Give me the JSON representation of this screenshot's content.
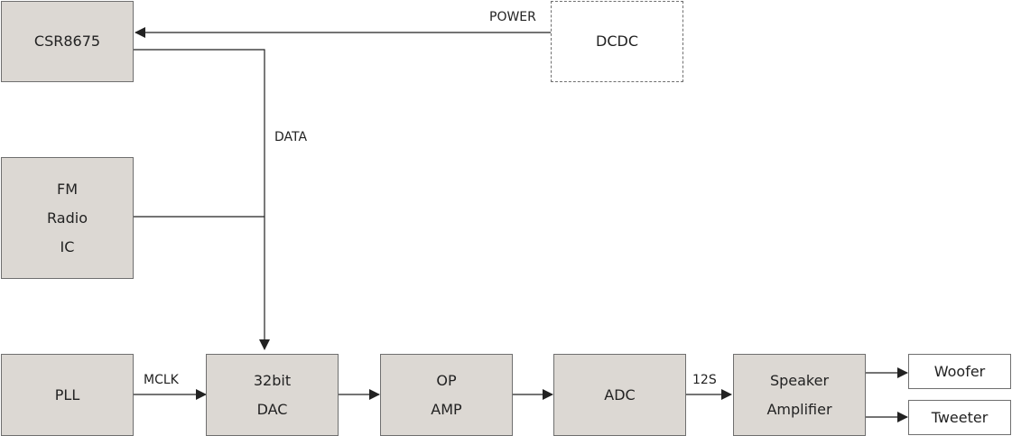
{
  "blocks": {
    "csr": "CSR8675",
    "dcdc": "DCDC",
    "fm": [
      "FM",
      "Radio",
      "IC"
    ],
    "pll": "PLL",
    "dac": [
      "32bit",
      "DAC"
    ],
    "opamp": [
      "OP",
      "AMP"
    ],
    "adc": "ADC",
    "speaker_amp": [
      "Speaker",
      "Amplifier"
    ],
    "woofer": "Woofer",
    "tweeter": "Tweeter"
  },
  "signals": {
    "power": "POWER",
    "data": "DATA",
    "mclk": "MCLK",
    "i2s": "12S"
  }
}
